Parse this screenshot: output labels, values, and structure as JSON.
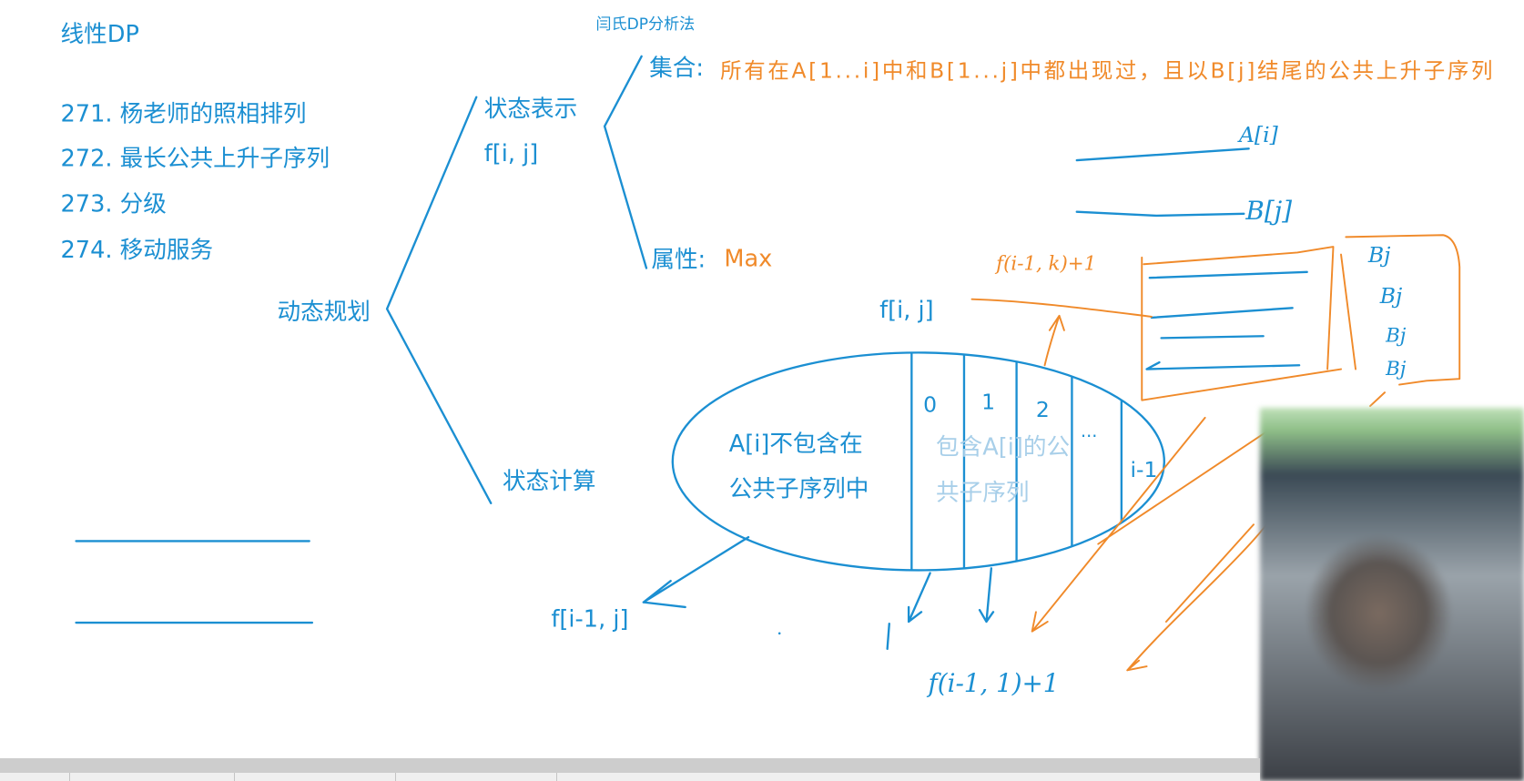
{
  "title": "线性DP",
  "method_label": "闫氏DP分析法",
  "problems": [
    "271. 杨老师的照相排列",
    "272. 最长公共上升子序列",
    "273. 分级",
    "274. 移动服务"
  ],
  "root": "动态规划",
  "state_repr": {
    "label": "状态表示",
    "var": "f[i, j]"
  },
  "set": {
    "label": "集合:",
    "text": "所有在A[1...i]中和B[1...j]中都出现过，且以B[j]结尾的公共上升子序列"
  },
  "attr": {
    "label": "属性:",
    "value": "Max"
  },
  "state_calc": "状态计算",
  "ellipse": {
    "top_label": "f[i, j]",
    "left_line1": "A[i]不包含在",
    "left_line2": "公共子序列中",
    "right_line1": "包含A[i]的公",
    "right_line2": "共子序列",
    "parts": [
      "0",
      "1",
      "2",
      "...",
      "i-1"
    ],
    "left_result": "f[i-1, j]"
  },
  "handwritten": {
    "a": "A[i]",
    "b": "B[j]",
    "orange_formula": "f(i-1, k)+1",
    "bj": [
      "Bj",
      "Bj",
      "Bj",
      "Bj"
    ],
    "blue_formula": "f(i-1, 1)+1"
  },
  "colors": {
    "text": "#1b8fd2",
    "accent": "#f08a2a",
    "faded": "#a8cfe9"
  }
}
